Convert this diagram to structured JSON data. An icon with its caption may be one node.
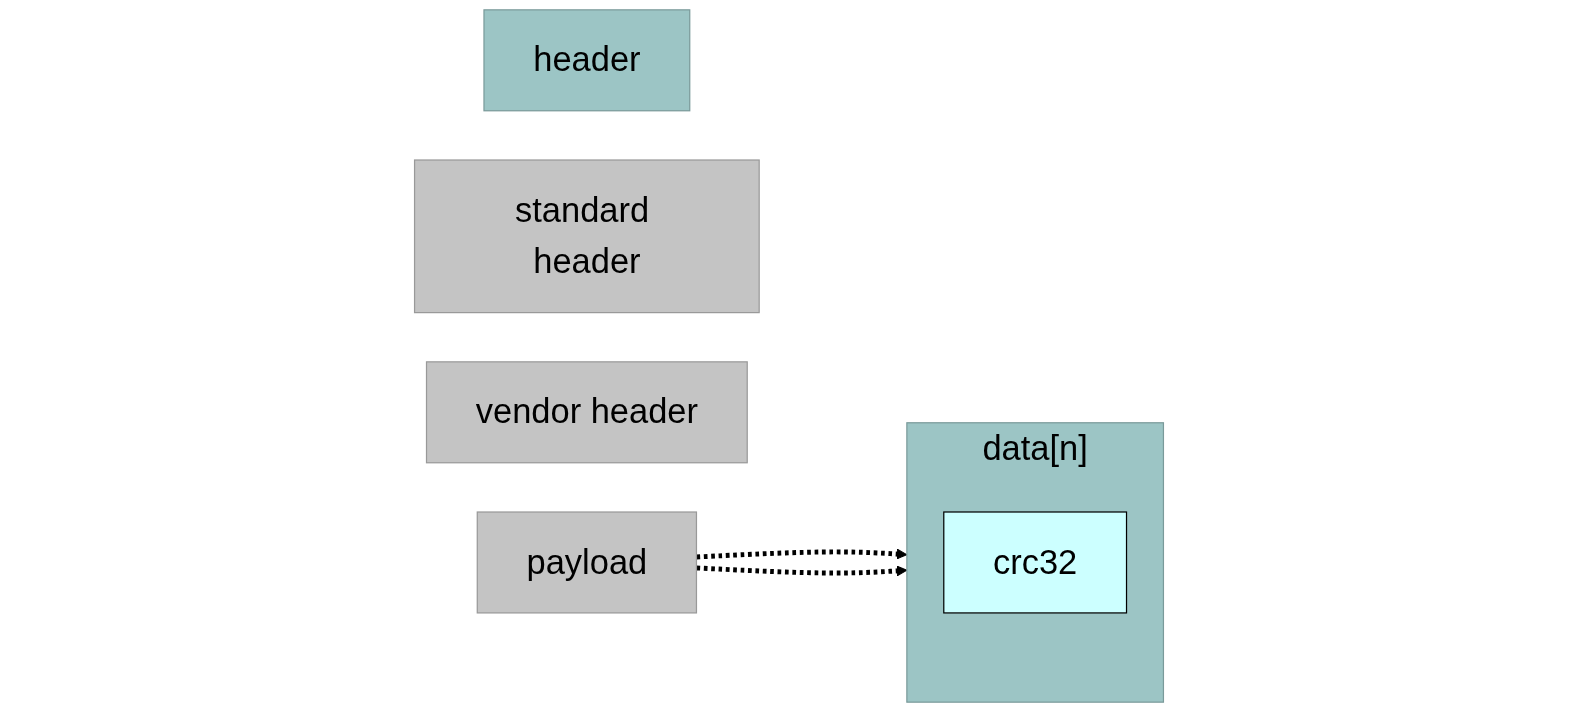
{
  "diagram": {
    "nodes": [
      {
        "text": [
          "header"
        ]
      },
      {
        "text": [
          "standard header"
        ]
      },
      {
        "text": [
          "vendor header"
        ]
      },
      {
        "text": [
          "payload"
        ]
      },
      {
        "text": [
          "data[n]"
        ]
      },
      {
        "text": [
          "crc32"
        ],
        "in": 4
      }
    ],
    "edges": [
      {
        "from": 3,
        "to": 4,
        "arrow": "to",
        "style": "dashed"
      },
      {
        "from": 3,
        "to": 4,
        "arrow": "to",
        "style": "dashed"
      }
    ]
  }
}
